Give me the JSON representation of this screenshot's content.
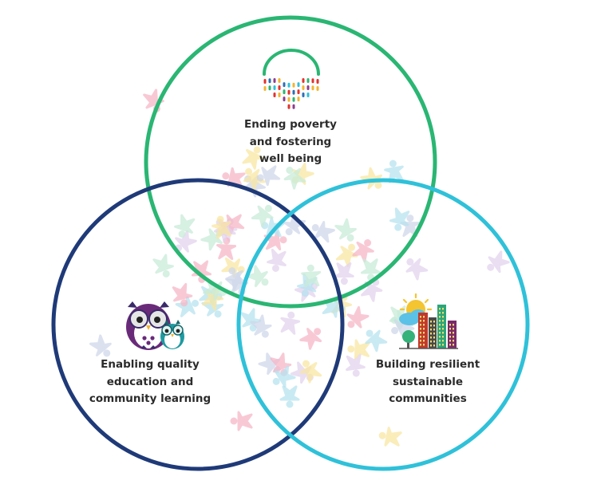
{
  "colors": {
    "top_circle": "#2ab673",
    "left_circle": "#1f3a78",
    "right_circle": "#2fc1d9",
    "figures": [
      "#f6b7c8",
      "#f9e7a4",
      "#b7e3f0",
      "#c9ecd9",
      "#e3d3ee",
      "#cfd8ea"
    ]
  },
  "circles": [
    {
      "id": "top",
      "icon": "heart-of-people-icon",
      "lines": [
        "Ending poverty",
        "and fostering",
        "well being"
      ]
    },
    {
      "id": "left",
      "icon": "owls-icon",
      "lines": [
        "Enabling quality",
        "education and",
        "community learning"
      ]
    },
    {
      "id": "right",
      "icon": "city-skyline-icon",
      "lines": [
        "Building resilient",
        "sustainable",
        "communities"
      ]
    }
  ]
}
